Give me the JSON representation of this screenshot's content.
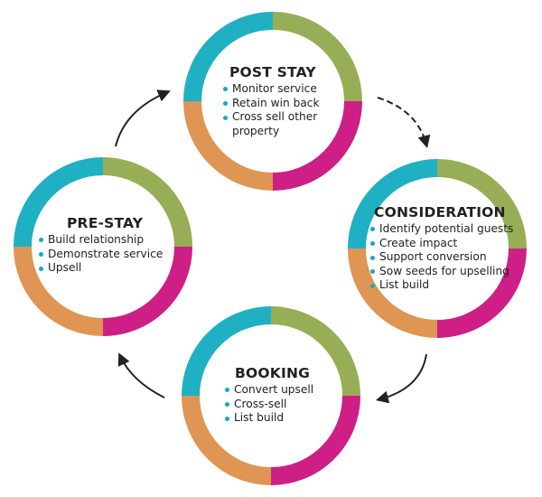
{
  "colors": {
    "teal": "#1fb0c4",
    "green": "#97ae56",
    "magenta": "#cd1f85",
    "orange": "#df9553",
    "arrow": "#222222",
    "bullet": "#19a8bd"
  },
  "cycle_direction": "clockwise",
  "stages": [
    {
      "key": "post_stay",
      "title": "POST STAY",
      "items": [
        "Monitor service",
        "Retain win back",
        "Cross sell other property"
      ]
    },
    {
      "key": "consideration",
      "title": "CONSIDERATION",
      "items": [
        "Identify potential guests",
        "Create impact",
        "Support conversion",
        "Sow seeds for upselling",
        "List build"
      ]
    },
    {
      "key": "booking",
      "title": "BOOKING",
      "items": [
        "Convert upsell",
        "Cross-sell",
        "List build"
      ]
    },
    {
      "key": "pre_stay",
      "title": "PRE-STAY",
      "items": [
        "Build relationship",
        "Demonstrate service",
        "Upsell"
      ]
    }
  ]
}
